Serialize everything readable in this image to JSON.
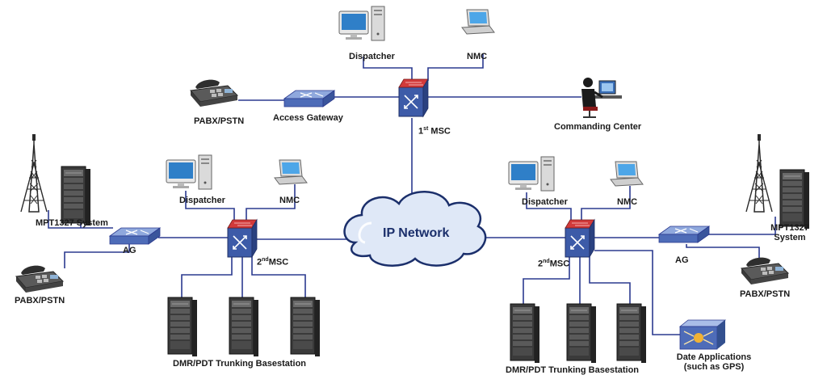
{
  "top": {
    "dispatcher": "Dispatcher",
    "nmc": "NMC",
    "pabx": "PABX/PSTN",
    "access_gateway": "Access Gateway",
    "msc_prefix": "1",
    "msc_sup": "st",
    "msc_suffix": " MSC",
    "commanding_center": "Commanding Center"
  },
  "cloud": {
    "label": "IP Network"
  },
  "left": {
    "system": "MPT1327 System",
    "ag": "AG",
    "pabx": "PABX/PSTN",
    "dispatcher": "Dispatcher",
    "nmc": "NMC",
    "msc_prefix": "2",
    "msc_sup": "nd",
    "msc_suffix": "MSC",
    "basestation": "DMR/PDT Trunking Basestation"
  },
  "right": {
    "dispatcher": "Dispatcher",
    "nmc": "NMC",
    "msc_prefix": "2",
    "msc_sup": "nd",
    "msc_suffix": "MSC",
    "ag": "AG",
    "system_line1": "MPT1327",
    "system_line2": "System",
    "pabx": "PABX/PSTN",
    "basestation": "DMR/PDT Trunking Basestation",
    "data_apps_line1": "Date Applications",
    "data_apps_line2": "(such as GPS)"
  },
  "colors": {
    "link": "#2b3a8f",
    "switch_body": "#3d5ba8",
    "switch_top": "#d23a3a",
    "gateway": "#5a7bc4",
    "cloud": "#dfe8f7"
  }
}
